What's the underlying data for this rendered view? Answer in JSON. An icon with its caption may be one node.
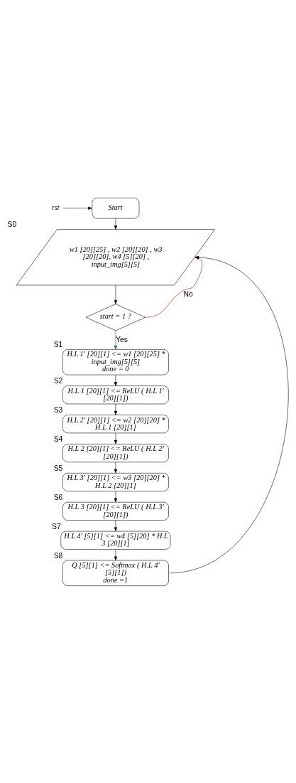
{
  "diagram": {
    "nodes": [
      {
        "text": [
          "rst"
        ]
      },
      {
        "text": [
          "Start"
        ]
      },
      {
        "text": [
          "w1 [20][25] , w2 [20][20] , w3 [20][20], w4 [5][20] , input_img[5][5]"
        ],
        "beside": [
          "S0"
        ]
      },
      {
        "text": [
          "start = 1 ?"
        ]
      },
      {
        "text": [
          "H.L 1' [20][1] <= w1 [20][25] * input_img[5][5]",
          "done = 0"
        ],
        "beside": [
          "S1"
        ]
      },
      {
        "text": [
          "H.L 1 [20][1] <= ReLU ( H.L 1' [20][1])"
        ],
        "beside": [
          "S2"
        ]
      },
      {
        "text": [
          "H.L 2' [20][1] <= w2 [20][20] * H.L 1 [20][1]"
        ],
        "beside": [
          "S3"
        ]
      },
      {
        "text": [
          "H.L 2 [20][1] <= ReLU ( H.L 2' [20][1])"
        ],
        "beside": [
          "S4"
        ]
      },
      {
        "text": [
          "H.L 3' [20][1] <= w3 [20][20] * H.L 2 [20][1]"
        ],
        "beside": [
          "S5"
        ]
      },
      {
        "text": [
          "H.L 3 [20][1] <= ReLU ( H.L 3' [20][1])"
        ],
        "beside": [
          "S6"
        ]
      },
      {
        "text": [
          "H.L 4' [5][1] <= w4 [5][20] * H.L 3 [20][1]"
        ],
        "beside": [
          "S7"
        ]
      },
      {
        "text": [
          "Q [5][1] <= Softmax ( H.L 4' [5][1])",
          "done =1"
        ],
        "beside": [
          "S8"
        ]
      }
    ],
    "edges": [
      {
        "from": 0,
        "to": 1,
        "arrow": "to"
      },
      {
        "from": 1,
        "to": 2,
        "arrow": "to"
      },
      {
        "from": 2,
        "to": 3,
        "arrow": "to"
      },
      {
        "from": 3,
        "to": 2,
        "arrow": "to",
        "label": "No",
        "color": "#a00000"
      },
      {
        "from": 3,
        "to": 4,
        "arrow": "to",
        "label": "Yes",
        "color": "#1e6b1e"
      },
      {
        "from": 4,
        "to": 5,
        "arrow": "to"
      },
      {
        "from": 5,
        "to": 6,
        "arrow": "to"
      },
      {
        "from": 6,
        "to": 7,
        "arrow": "to"
      },
      {
        "from": 7,
        "to": 8,
        "arrow": "to"
      },
      {
        "from": 8,
        "to": 9,
        "arrow": "to"
      },
      {
        "from": 9,
        "to": 10,
        "arrow": "to"
      },
      {
        "from": 10,
        "to": 11,
        "arrow": "to"
      },
      {
        "from": 11,
        "to": 2,
        "arrow": "to"
      }
    ]
  }
}
